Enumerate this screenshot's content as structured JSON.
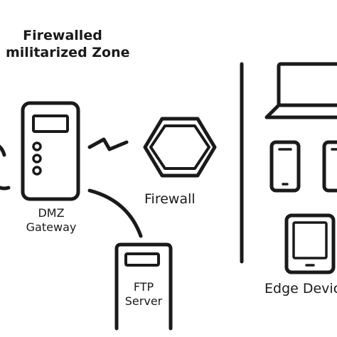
{
  "title": {
    "line1": "Firewalled",
    "line2": "militarized Zone"
  },
  "nodes": {
    "dmz_gateway": {
      "line1": "DMZ",
      "line2": "Gateway"
    },
    "firewall": {
      "label": "Firewall"
    },
    "ftp_server": {
      "line1": "FTP",
      "line2": "Server"
    },
    "edge_devices": {
      "label": "Edge Devic"
    }
  },
  "colors": {
    "stroke": "#1a1a1a",
    "background": "#ffffff"
  }
}
